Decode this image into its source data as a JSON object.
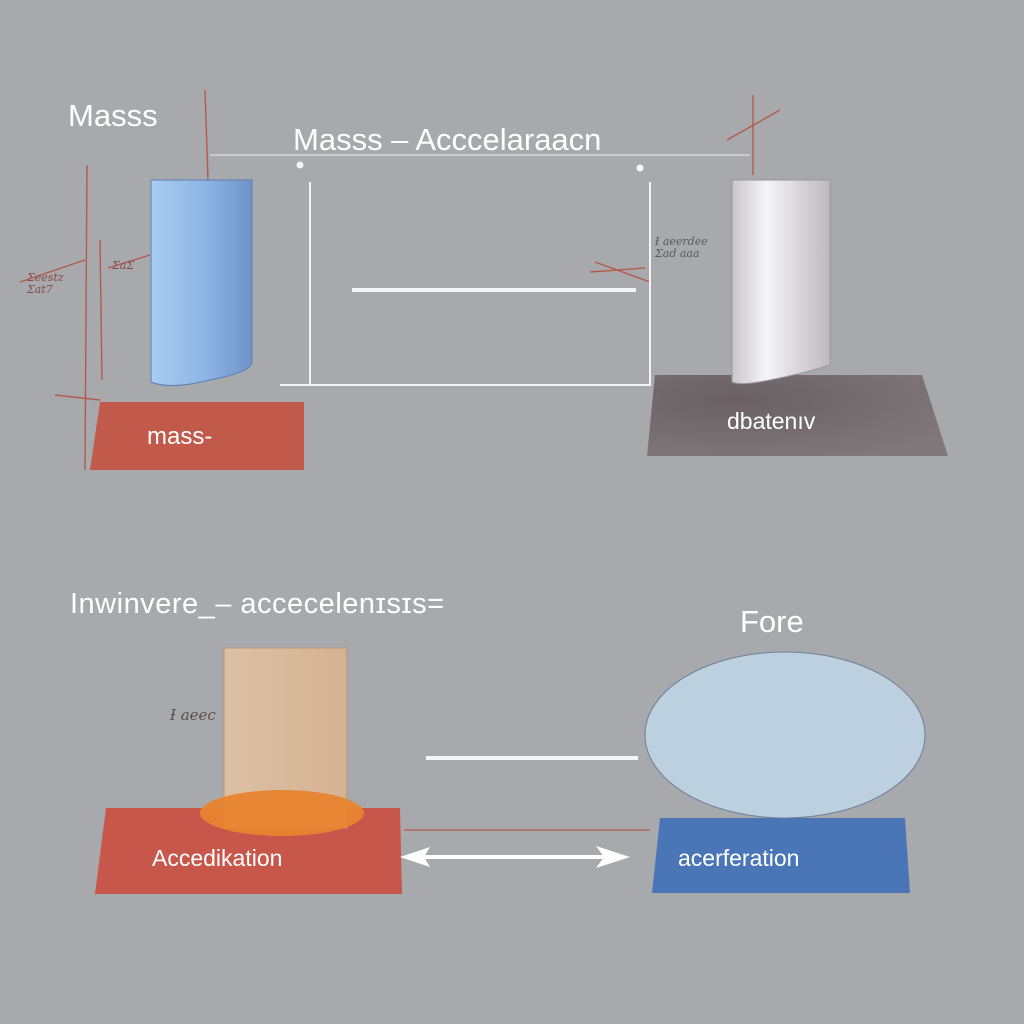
{
  "labels": {
    "top_left_title": "Masss",
    "top_center_title": "Masss – Acccelaraacn",
    "bottom_left_title": "Inwinvere_– accecelenɪsɪs=",
    "bottom_right_title": "Fore",
    "mass_base": "mass-",
    "dark_base": "dbatenıv",
    "accel_base_left": "Accedikation",
    "accel_base_right": "acerferation",
    "scribble_left": "Ʃeestz\nƩat7",
    "scribble_left2": "ƩaƩ",
    "scribble_right": "Ɨ aeerdee\nƩad aaa",
    "scribble_bottom": "Ɨ aeec"
  },
  "colors": {
    "background": "#a7a9ad",
    "mass_base": "#c25a4b",
    "dark_base": "#7b7275",
    "accel_base_left": "#c7574b",
    "accel_base_right": "#4a76b8",
    "blue_cylinder": "#8fb4e3",
    "white_cylinder": "#e8e6ea",
    "tan_block": "#d9b89a",
    "orange_disc": "#e8842f",
    "blue_ellipse": "#bcd0e0",
    "guide_line": "#b45a4c"
  }
}
